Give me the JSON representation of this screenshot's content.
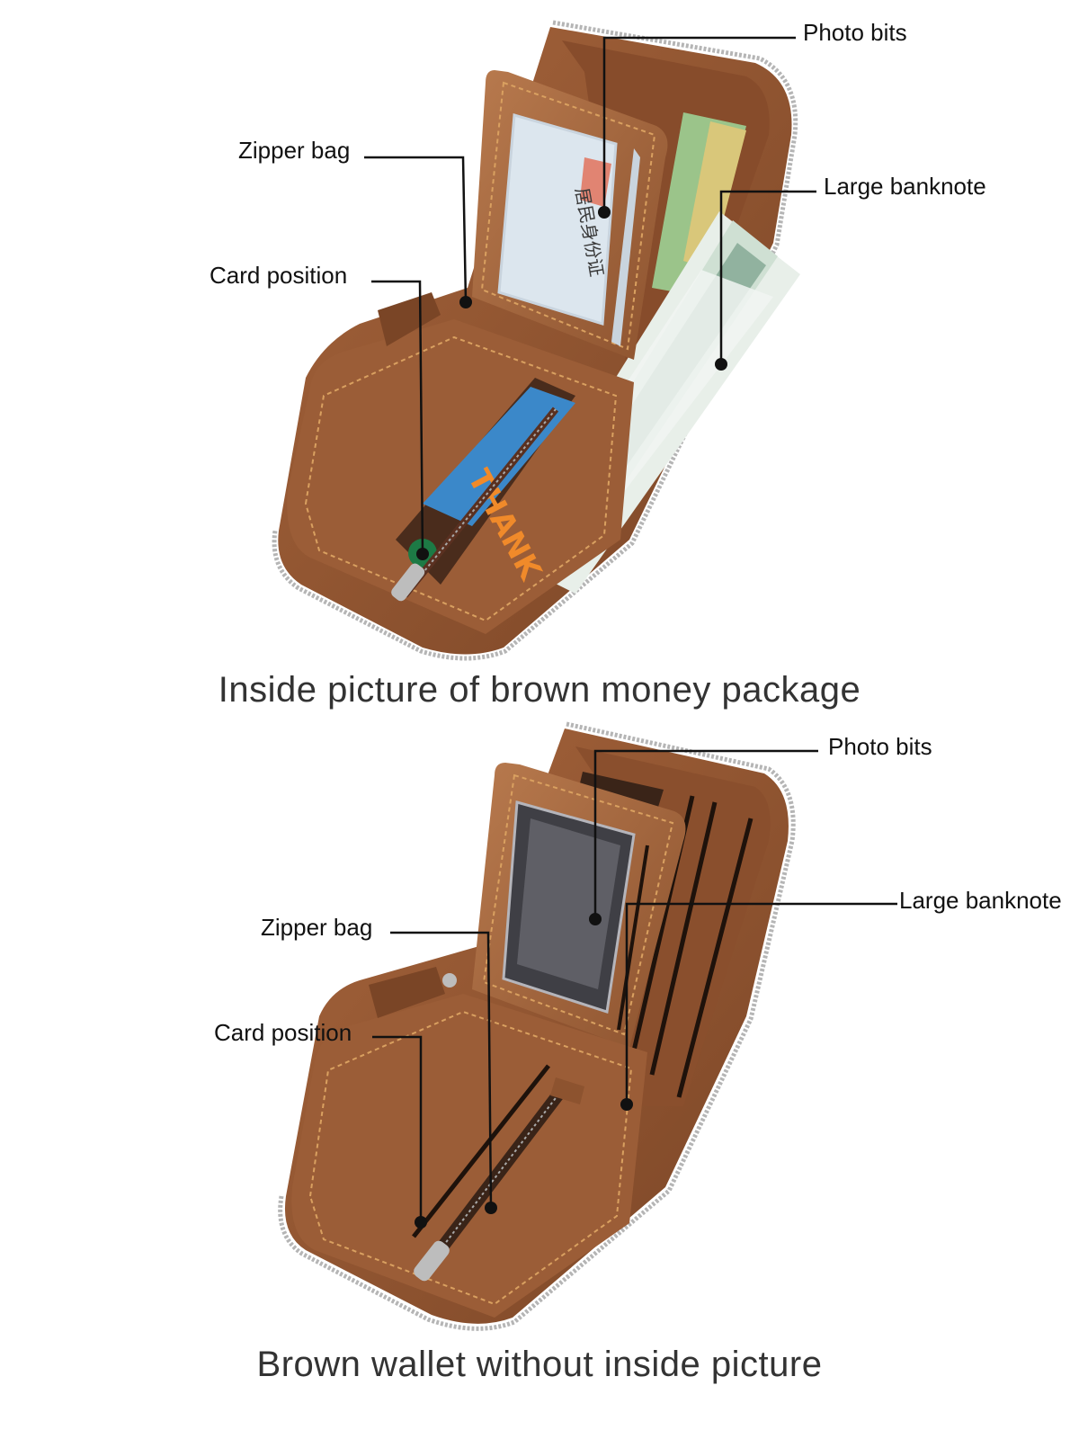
{
  "colors": {
    "leather_dark": "#7a4526",
    "leather": "#9b5d37",
    "leather_light": "#b5754a",
    "stitch": "#d9a060",
    "zipper": "#a8a8a8",
    "banknote": "#e8efe9",
    "banknote_ink": "#4d7a63",
    "leader_line": "#111111"
  },
  "top": {
    "labels": {
      "photo_bits": "Photo bits",
      "zipper_bag": "Zipper bag",
      "large_banknote": "Large banknote",
      "card_position": "Card position"
    },
    "id_card_text": "居民身份证",
    "thank_card_text": "THANK",
    "caption": "Inside picture of brown money package"
  },
  "bottom": {
    "labels": {
      "photo_bits": "Photo bits",
      "large_banknote": "Large banknote",
      "zipper_bag": "Zipper bag",
      "card_position": "Card position"
    },
    "caption": "Brown wallet without inside picture"
  }
}
